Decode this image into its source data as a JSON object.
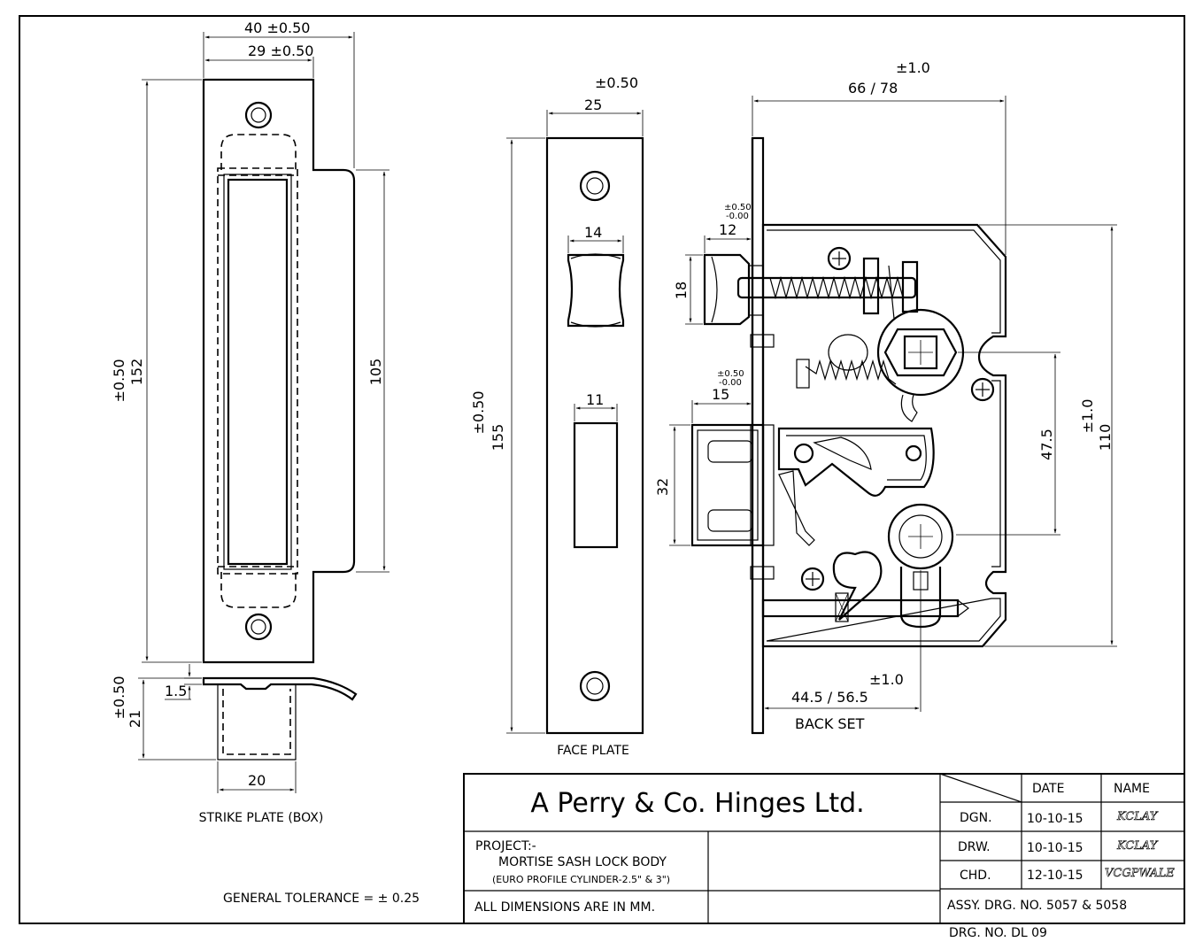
{
  "strike_plate": {
    "dim_width_outer": "40 ±0.50",
    "dim_width_inner": "29 ±0.50",
    "dim_height_tol": "±0.50",
    "dim_height": "152",
    "dim_inner_height": "105",
    "dim_box_depth_tol": "±0.50",
    "dim_box_depth": "21",
    "dim_thickness": "1.5",
    "dim_box_width": "20",
    "caption": "STRIKE PLATE (BOX)"
  },
  "face_plate": {
    "dim_width_tol": "±0.50",
    "dim_width": "25",
    "dim_slot_width": "14",
    "dim_bolt_width": "11",
    "dim_height_tol": "±0.50",
    "dim_height": "155",
    "caption": "FACE PLATE"
  },
  "lock_body": {
    "dim_depth_tol": "±1.0",
    "dim_depth": "66 / 78",
    "dim_latch_proj_tol_top": "±0.50",
    "dim_latch_proj_tol_bot": "-0.00",
    "dim_latch_proj": "12",
    "dim_latch_height": "18",
    "dim_bolt_proj_tol_top": "±0.50",
    "dim_bolt_proj_tol_bot": "-0.00",
    "dim_bolt_proj": "15",
    "dim_bolt_height": "32",
    "dim_centers": "47.5",
    "dim_body_height_tol": "±1.0",
    "dim_body_height": "110",
    "dim_backset_tol": "±1.0",
    "dim_backset": "44.5 / 56.5",
    "backset_label": "BACK SET"
  },
  "general_tolerance": "GENERAL TOLERANCE = ± 0.25",
  "title_block": {
    "company": "A Perry & Co. Hinges Ltd.",
    "project_label": "PROJECT:-",
    "project_name": "MORTISE SASH LOCK BODY",
    "project_sub": "(EURO PROFILE CYLINDER-2.5\" & 3\")",
    "units_note": "ALL DIMENSIONS ARE IN MM.",
    "col_date": "DATE",
    "col_name": "NAME",
    "rows": [
      {
        "role": "DGN.",
        "date": "10-10-15",
        "name": "KCLAY"
      },
      {
        "role": "DRW.",
        "date": "10-10-15",
        "name": "KCLAY"
      },
      {
        "role": "CHD.",
        "date": "12-10-15",
        "name": "VCGPWALE"
      }
    ],
    "assy_drawing": "ASSY. DRG. NO. 5057 & 5058",
    "drawing_number": "DRG. NO. DL 09"
  }
}
